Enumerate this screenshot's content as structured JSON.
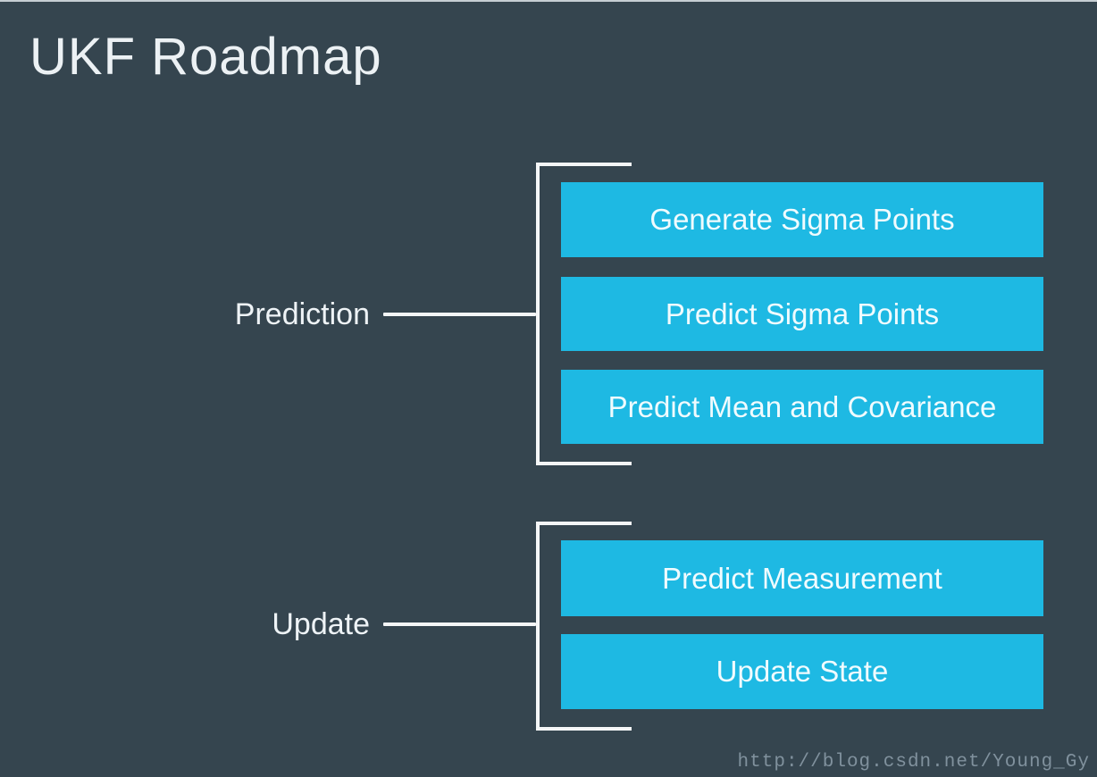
{
  "slide": {
    "title": "UKF Roadmap",
    "watermark": "http://blog.csdn.net/Young_Gy"
  },
  "colors": {
    "background": "#35454f",
    "step_box": "#1eb9e3",
    "step_box_text": "#f0fbfe",
    "connector_line": "#f4f6f7",
    "title_text": "#ecf1f4",
    "watermark_text": "#80919d"
  },
  "diagram": {
    "groups": [
      {
        "label": "Prediction",
        "steps": [
          "Generate Sigma Points",
          "Predict Sigma Points",
          "Predict Mean and Covariance"
        ]
      },
      {
        "label": "Update",
        "steps": [
          "Predict Measurement",
          "Update State"
        ]
      }
    ]
  }
}
